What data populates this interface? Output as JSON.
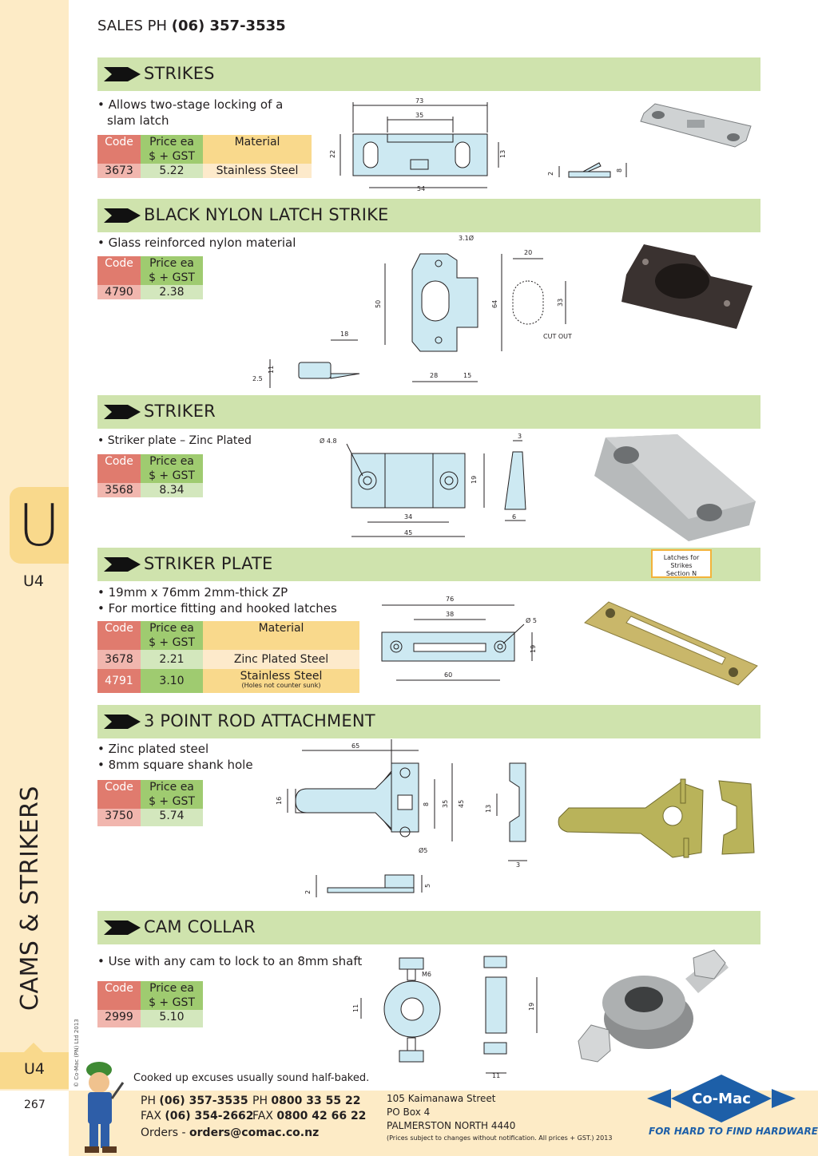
{
  "header": {
    "sales_prefix": "SALES  PH ",
    "sales_phone": "(06) 357-3535"
  },
  "sidebar": {
    "tab_letter": "U",
    "section_code_top": "U4",
    "vertical_title": "CAMS & STRIKERS",
    "copyright": "© Co-Mac (PN) Ltd 2013",
    "section_code_bottom": "U4",
    "page_number": "267"
  },
  "sections": [
    {
      "title": "STRIKES",
      "bullets": [
        "• Allows two-stage locking of a",
        "slam latch"
      ],
      "headers": [
        "Code",
        "Price ea",
        "$ + GST",
        "Material"
      ],
      "rows": [
        {
          "code": "3673",
          "price": "5.22",
          "material": "Stainless Steel"
        }
      ],
      "dims": [
        "73",
        "35",
        "22",
        "13",
        "54",
        "2",
        "8"
      ]
    },
    {
      "title": "BLACK NYLON LATCH STRIKE",
      "bullets": [
        "• Glass reinforced nylon material"
      ],
      "headers": [
        "Code",
        "Price ea",
        "$ + GST"
      ],
      "rows": [
        {
          "code": "4790",
          "price": "2.38"
        }
      ],
      "dims": [
        "3.1Ø",
        "50",
        "64",
        "20",
        "33",
        "CUT OUT",
        "18",
        "11",
        "2.5",
        "28",
        "15"
      ]
    },
    {
      "title": "STRIKER",
      "bullets": [
        "• Striker plate – Zinc Plated"
      ],
      "headers": [
        "Code",
        "Price ea",
        "$ + GST"
      ],
      "rows": [
        {
          "code": "3568",
          "price": "8.34"
        }
      ],
      "dims": [
        "Ø 4.8",
        "19",
        "34",
        "45",
        "3",
        "6"
      ]
    },
    {
      "title": "STRIKER  PLATE",
      "bullets": [
        "• 19mm x 76mm  2mm-thick ZP",
        "• For mortice fitting and hooked latches"
      ],
      "headers": [
        "Code",
        "Price ea",
        "$ + GST",
        "Material"
      ],
      "rows": [
        {
          "code": "3678",
          "price": "2.21",
          "material": "Zinc Plated Steel"
        },
        {
          "code": "4791",
          "price": "3.10",
          "material": "Stainless Steel",
          "note": "(Holes not counter sunk)"
        }
      ],
      "badge": [
        "Latches for Strikes",
        "Section N"
      ],
      "dims": [
        "76",
        "38",
        "Ø 5",
        "19",
        "60"
      ]
    },
    {
      "title": "3 POINT ROD ATTACHMENT",
      "bullets": [
        "• Zinc plated steel",
        "• 8mm square shank hole"
      ],
      "headers": [
        "Code",
        "Price ea",
        "$ + GST"
      ],
      "rows": [
        {
          "code": "3750",
          "price": "5.74"
        }
      ],
      "dims": [
        "65",
        "16",
        "8",
        "35",
        "45",
        "Ø5",
        "13",
        "3",
        "2",
        "5"
      ]
    },
    {
      "title": "CAM COLLAR",
      "bullets": [
        "• Use with any cam to lock to an 8mm shaft"
      ],
      "headers": [
        "Code",
        "Price ea",
        "$ + GST"
      ],
      "rows": [
        {
          "code": "2999",
          "price": "5.10"
        }
      ],
      "dims": [
        "M6",
        "11",
        "19",
        "11"
      ]
    }
  ],
  "footer": {
    "tagline": "Cooked up excuses usually sound half-baked.",
    "ph_label": "PH ",
    "ph": "(06) 357-3535",
    "fax_label": "FAX ",
    "fax": "(06) 354-2662",
    "ph2_label": "PH ",
    "ph2": "0800 33 55 22",
    "fax2_label": "FAX ",
    "fax2": "0800 42 66 22",
    "orders_label": "Orders - ",
    "orders": "orders@comac.co.nz",
    "address": [
      "105 Kaimanawa Street",
      "PO Box 4",
      "PALMERSTON NORTH 4440"
    ],
    "prices_note": "(Prices subject to changes without notification.  All prices + GST.)  2013",
    "logo": "Co-Mac",
    "slogan": "FOR HARD TO FIND HARDWARE"
  },
  "colors": {
    "section_bar": "#cfe3ad",
    "code_header": "#e07b6e",
    "price_header": "#9fcb70",
    "material_header": "#f9d98c",
    "sidebar": "#fdebc6",
    "brand_blue": "#1d5fa8"
  }
}
